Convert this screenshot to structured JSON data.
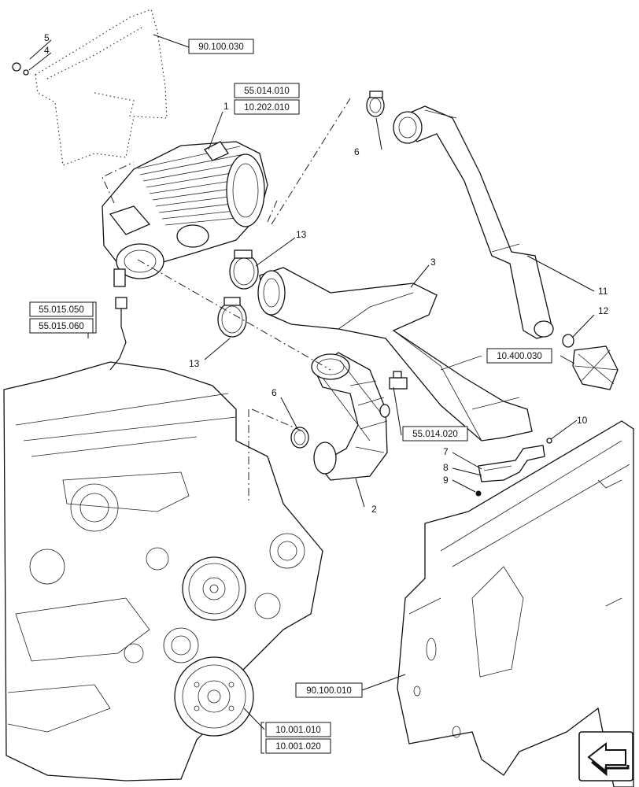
{
  "callouts": {
    "c1": "1",
    "c2": "2",
    "c3": "3",
    "c4": "4",
    "c5": "5",
    "c6a": "6",
    "c6b": "6",
    "c7": "7",
    "c8": "8",
    "c9": "9",
    "c10": "10",
    "c11": "11",
    "c12": "12",
    "c13a": "13",
    "c13b": "13"
  },
  "references": {
    "r90100030": "90.100.030",
    "r55014010": "55.014.010",
    "r10202010": "10.202.010",
    "r55015050": "55.015.050",
    "r55015060": "55.015.060",
    "r10400030": "10.400.030",
    "r55014020": "55.014.020",
    "r90100010": "90.100.010",
    "r10001010": "10.001.010",
    "r10001020": "10.001.020"
  },
  "icons": {
    "nav": "next-page-arrow-icon"
  }
}
